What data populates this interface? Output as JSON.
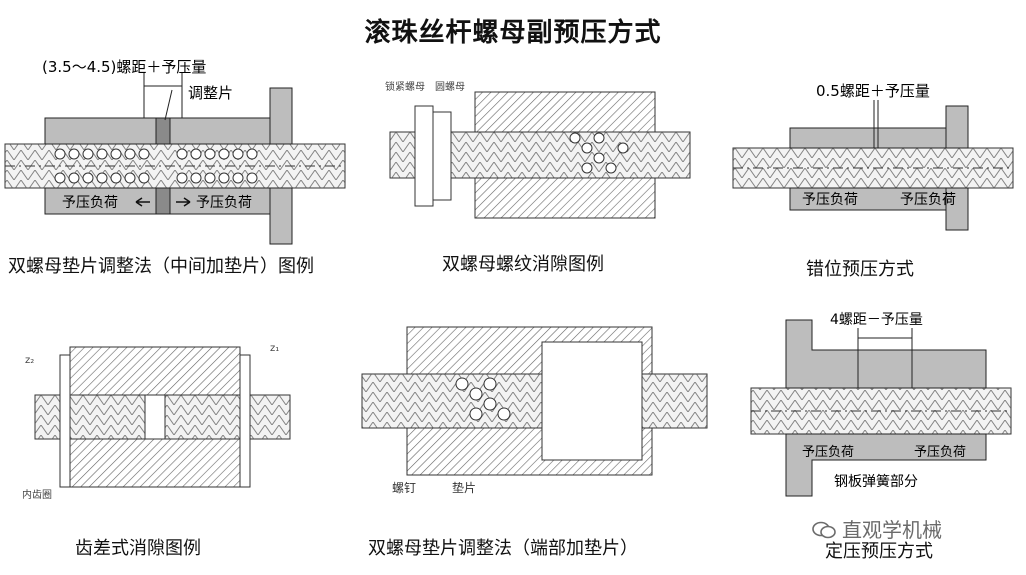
{
  "title": "滚珠丝杆螺母副预压方式",
  "panels": [
    {
      "caption": "双螺母垫片调整法（中间加垫片）图例",
      "labels": {
        "pitch": "(3.5～4.5)螺距＋予压量",
        "shim": "调整片",
        "preload_left": "予压负荷",
        "preload_right": "予压负荷"
      }
    },
    {
      "caption": "双螺母螺纹消隙图例",
      "labels": {
        "lock_nut": "锁紧螺母",
        "round_nut": "圆螺母"
      }
    },
    {
      "caption": "错位预压方式",
      "labels": {
        "pitch": "0.5螺距＋予压量",
        "preload_left": "予压负荷",
        "preload_right": "予压负荷"
      }
    },
    {
      "caption": "齿差式消隙图例",
      "labels": {
        "z2": "z₂",
        "z1": "z₁",
        "inner_gear": "内齿圈"
      }
    },
    {
      "caption": "双螺母垫片调整法（端部加垫片）",
      "labels": {
        "screw": "螺钉",
        "shim": "垫片"
      }
    },
    {
      "caption": "定压预压方式",
      "labels": {
        "pitch": "4螺距－予压量",
        "preload_left": "予压负荷",
        "preload_right": "予压负荷",
        "spring": "钢板弹簧部分"
      }
    }
  ],
  "watermark": "直观学机械"
}
